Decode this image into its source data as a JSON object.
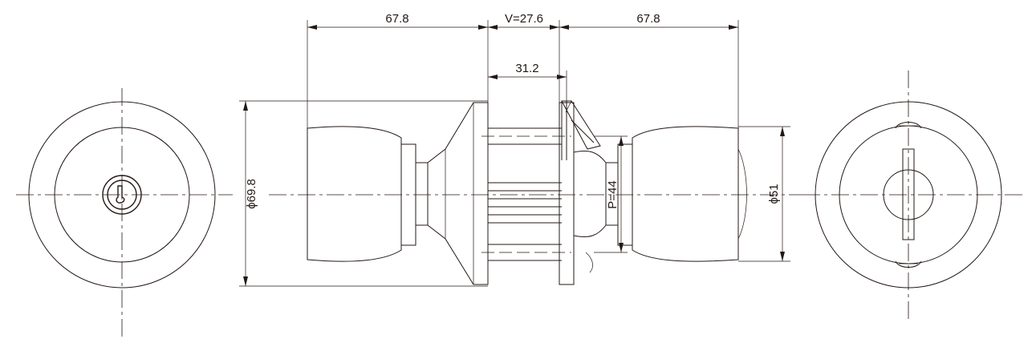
{
  "dimensions": {
    "left_knob_length": "67.8",
    "door_thickness": "V=27.6",
    "right_knob_length": "67.8",
    "latch_offset": "31.2",
    "rose_diameter": "ϕ69.8",
    "knob_diameter": "ϕ51",
    "pitch": "P=44"
  },
  "colors": {
    "line": "#231815",
    "background": "#ffffff"
  }
}
